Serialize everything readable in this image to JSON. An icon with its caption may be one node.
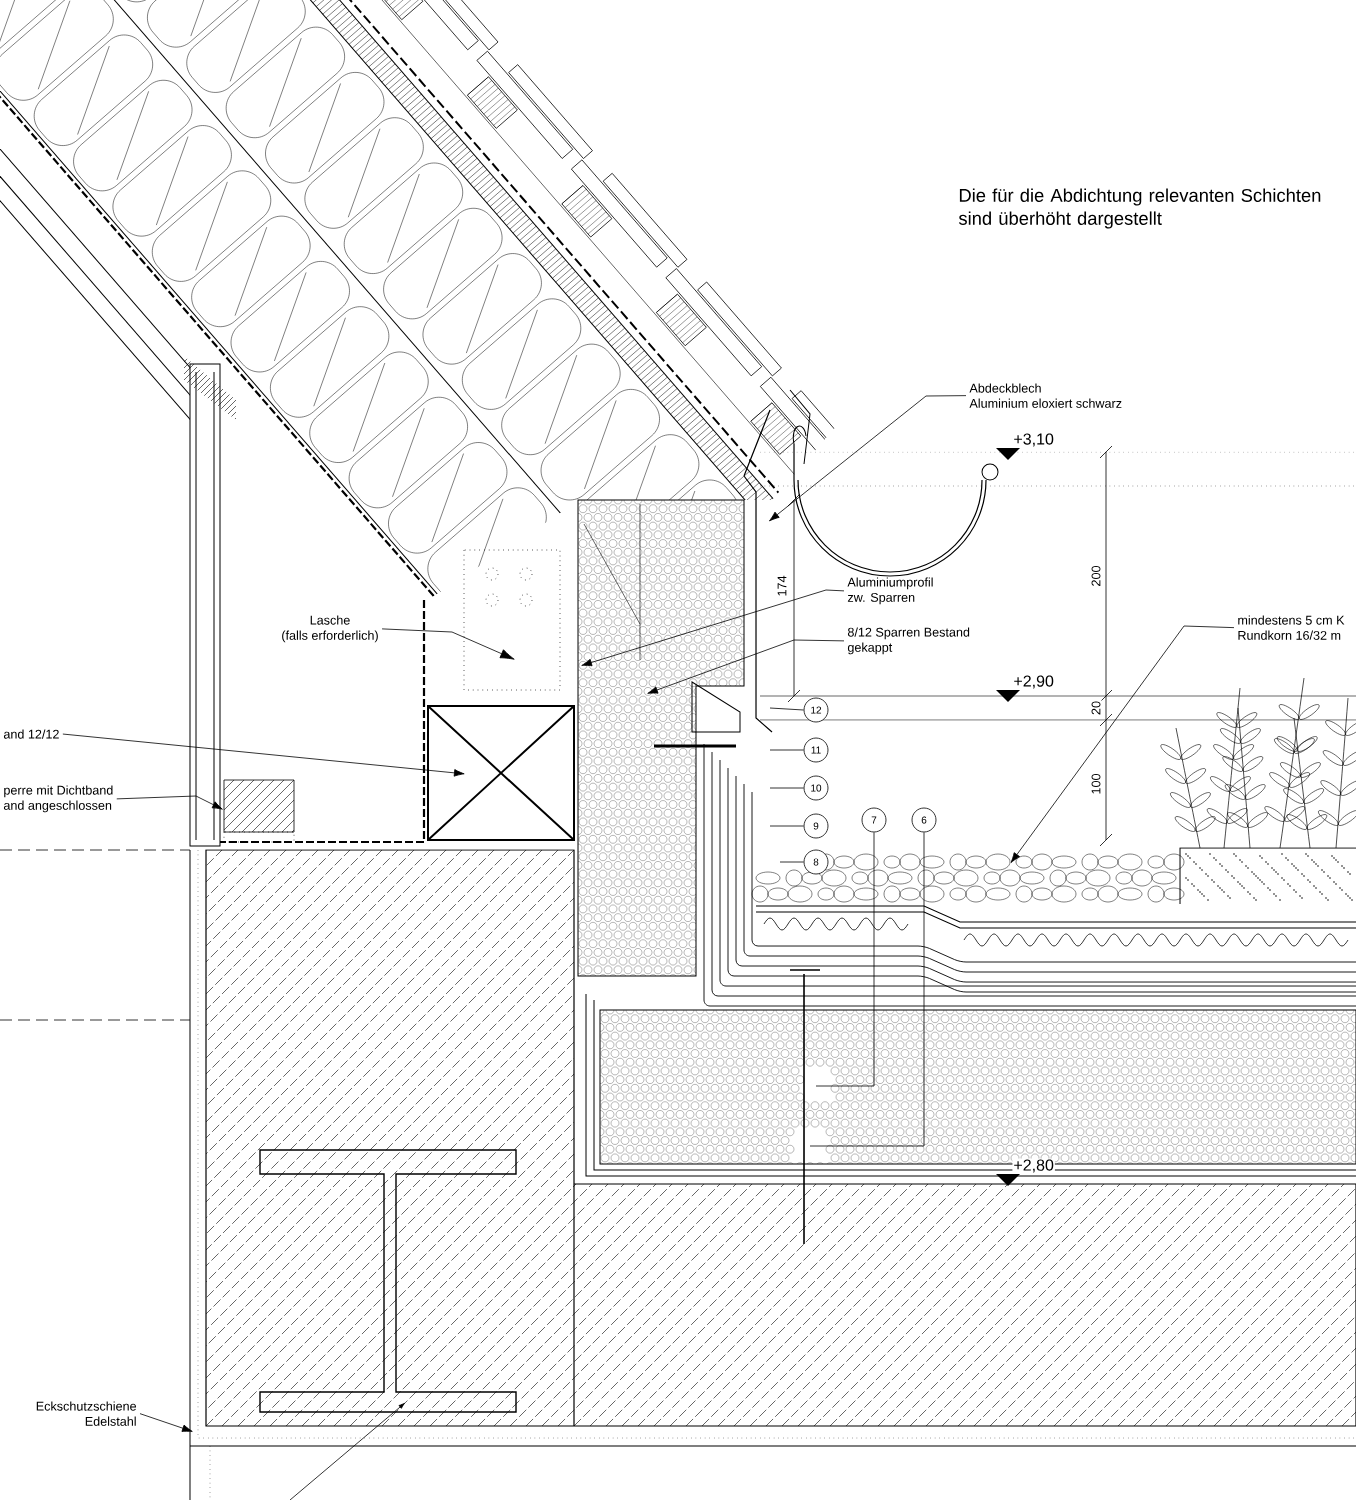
{
  "diagram": {
    "nodes": [
      {
        "text": [
          "Abdeckblech",
          "Aluminium eloxiert schwarz"
        ]
      },
      {
        "text": [
          "Aluminiumprofil",
          "zw. Sparren"
        ]
      },
      {
        "text": [
          "8/12 Sparren Bestand",
          "gekappt"
        ]
      },
      {
        "text": [
          "Lasche",
          "(falls erforderlich)"
        ]
      },
      {
        "text": [
          "mindestens 5 cm K",
          "Rundkorn 16/32 m"
        ]
      },
      {
        "text": [
          "and 12/12"
        ]
      },
      {
        "text": [
          "perre mit Dichtband",
          "and angeschlossen"
        ]
      },
      {
        "text": [
          "Eckschutzschiene",
          "Edelstahl"
        ]
      },
      {
        "text": [
          "12"
        ]
      },
      {
        "text": [
          "11"
        ]
      },
      {
        "text": [
          "10"
        ]
      },
      {
        "text": [
          "9"
        ]
      },
      {
        "text": [
          "8"
        ]
      },
      {
        "text": [
          "7"
        ]
      },
      {
        "text": [
          "6"
        ]
      }
    ],
    "edges": [
      {
        "from": 0,
        "to": null,
        "arrow": "to"
      },
      {
        "from": 1,
        "to": null,
        "arrow": "to"
      },
      {
        "from": 2,
        "to": null,
        "arrow": "to"
      },
      {
        "from": 3,
        "to": null,
        "arrow": "to"
      },
      {
        "from": 4,
        "to": null,
        "arrow": "to"
      },
      {
        "from": 5,
        "to": null,
        "arrow": "to"
      },
      {
        "from": 6,
        "to": null,
        "arrow": "to"
      },
      {
        "from": 7,
        "to": null,
        "arrow": "to"
      },
      {
        "from": 8,
        "to": null,
        "arrow": "none"
      },
      {
        "from": 9,
        "to": null,
        "arrow": "none"
      },
      {
        "from": 10,
        "to": null,
        "arrow": "none"
      },
      {
        "from": 11,
        "to": null,
        "arrow": "none"
      },
      {
        "from": 12,
        "to": null,
        "arrow": "none"
      },
      {
        "from": 13,
        "to": null,
        "arrow": "none"
      },
      {
        "from": 14,
        "to": null,
        "arrow": "none"
      }
    ],
    "labels": [
      "Die für die Abdichtung relevanten Schichten sind überhöht dargestellt",
      "+3,10",
      "174",
      "200",
      "+2,90",
      "20",
      "100",
      "+2,80"
    ]
  }
}
